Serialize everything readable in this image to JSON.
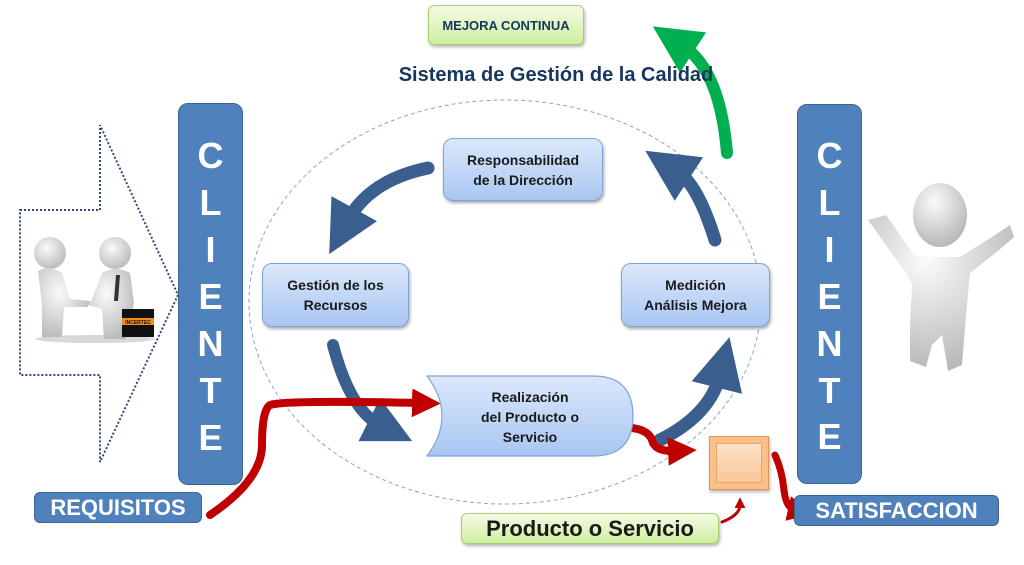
{
  "title": "Sistema de Gestión de la Calidad",
  "mejora_continua": "MEJORA CONTINUA",
  "processes": {
    "responsabilidad": "Responsabilidad\nde la Dirección",
    "recursos": "Gestión de los\nRecursos",
    "medicion": "Medición\nAnálisis Mejora",
    "realizacion": "Realización\ndel Producto o\nServicio"
  },
  "cliente_left": [
    "C",
    "L",
    "I",
    "E",
    "N",
    "T",
    "E"
  ],
  "cliente_right": [
    "C",
    "L",
    "I",
    "E",
    "N",
    "T",
    "E"
  ],
  "requisitos": "REQUISITOS",
  "satisfaccion": "SATISFACCION",
  "producto_servicio": "Producto o Servicio",
  "briefcase_label": "INCERTEC",
  "colors": {
    "cliente_blue": "#4f81bd",
    "cycle_arrow": "#3a5f8f",
    "input_arrow": "#c00000",
    "improvement_arrow": "#00b050",
    "title_navy": "#17365d"
  }
}
